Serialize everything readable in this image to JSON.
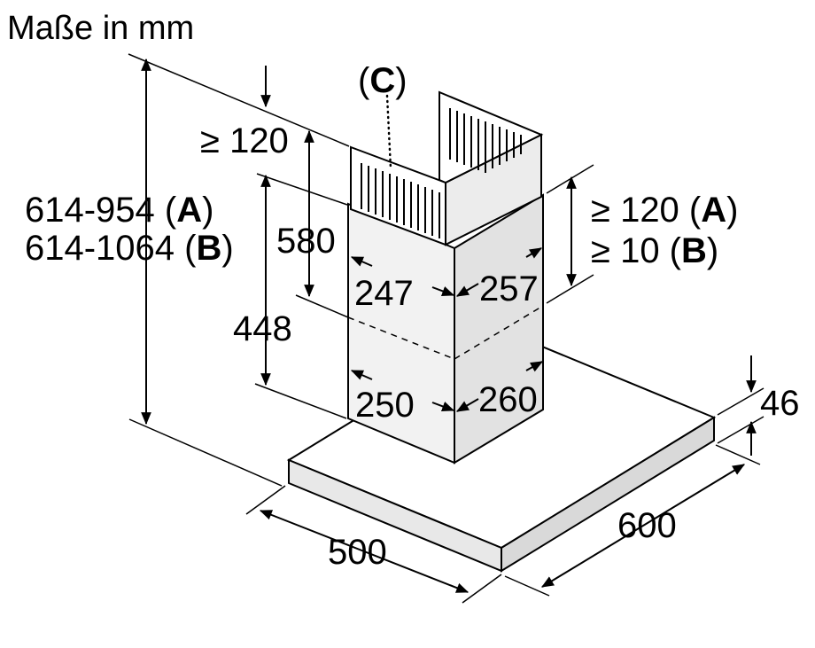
{
  "title": "Maße in mm",
  "accent_color": "#000000",
  "background_color": "#ffffff",
  "labels": {
    "c": "C",
    "height_a": "614-954",
    "height_b": "614-1064",
    "tag_a": "A",
    "tag_b": "B",
    "clear_top": "≥ 120",
    "chimney_upper": "580",
    "chimney_lower": "448",
    "upper_width": "247",
    "upper_depth": "257",
    "lower_width": "250",
    "lower_depth": "260",
    "right_a": "≥ 120",
    "right_b": "≥ 10",
    "canopy_height": "46",
    "canopy_width": "500",
    "canopy_depth": "600"
  }
}
